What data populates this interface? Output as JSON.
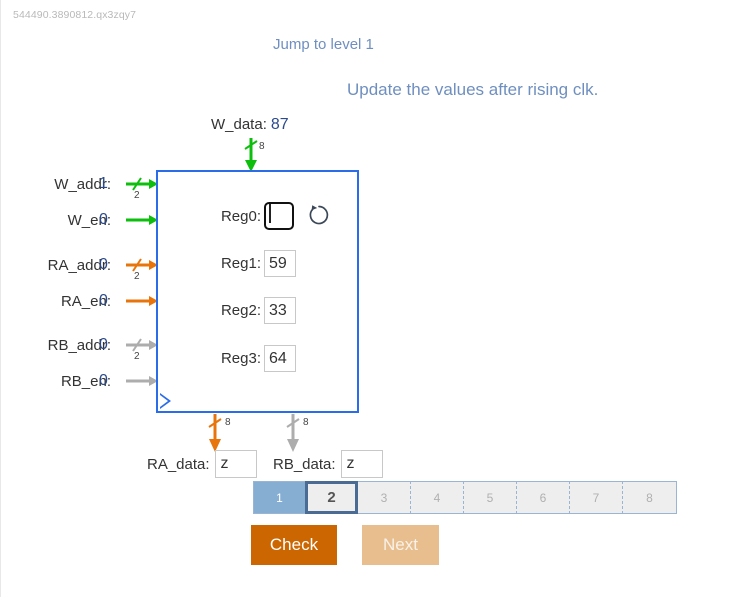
{
  "session_id": "544490.3890812.qx3zqy7",
  "header": {
    "jump_to_level": "Jump to level 1",
    "instruction": "Update the values after rising clk.",
    "link_color": "#6E8FBF"
  },
  "write_data": {
    "label": "W_data:",
    "value": "87",
    "bus_width": "8",
    "wire_color": "#0DBE0D"
  },
  "inputs": [
    {
      "label": "W_addr:",
      "value": "1",
      "bus_width": "2",
      "color": "#0DBE0D"
    },
    {
      "label": "W_en:",
      "value": "0",
      "bus_width": "",
      "color": "#0DBE0D"
    },
    {
      "label": "RA_addr:",
      "value": "0",
      "bus_width": "2",
      "color": "#E8740C"
    },
    {
      "label": "RA_en:",
      "value": "0",
      "bus_width": "",
      "color": "#E8740C"
    },
    {
      "label": "RB_addr:",
      "value": "0",
      "bus_width": "2",
      "color": "#ADADAD"
    },
    {
      "label": "RB_en:",
      "value": "0",
      "bus_width": "",
      "color": "#ADADAD"
    }
  ],
  "registers": [
    {
      "label": "Reg0:",
      "value": "",
      "focused": true
    },
    {
      "label": "Reg1:",
      "value": "59",
      "focused": false
    },
    {
      "label": "Reg2:",
      "value": "33",
      "focused": false
    },
    {
      "label": "Reg3:",
      "value": "64",
      "focused": false
    }
  ],
  "rotate_icon": "rotate-ccw-icon",
  "outputs": [
    {
      "label": "RA_data:",
      "value": "z",
      "bus_width": "8",
      "color": "#E8740C"
    },
    {
      "label": "RB_data:",
      "value": "z",
      "bus_width": "8",
      "color": "#ADADAD"
    }
  ],
  "steps": {
    "items": [
      "1",
      "2",
      "3",
      "4",
      "5",
      "6",
      "7",
      "8"
    ],
    "done_index": 0,
    "current_index": 1,
    "done_color": "#85AED2",
    "current_border_color": "#4A6B94"
  },
  "buttons": {
    "check": "Check",
    "next": "Next",
    "check_color": "#CC6600",
    "next_color": "#E8BE8E"
  },
  "box": {
    "border_color": "#2B6CE8"
  }
}
